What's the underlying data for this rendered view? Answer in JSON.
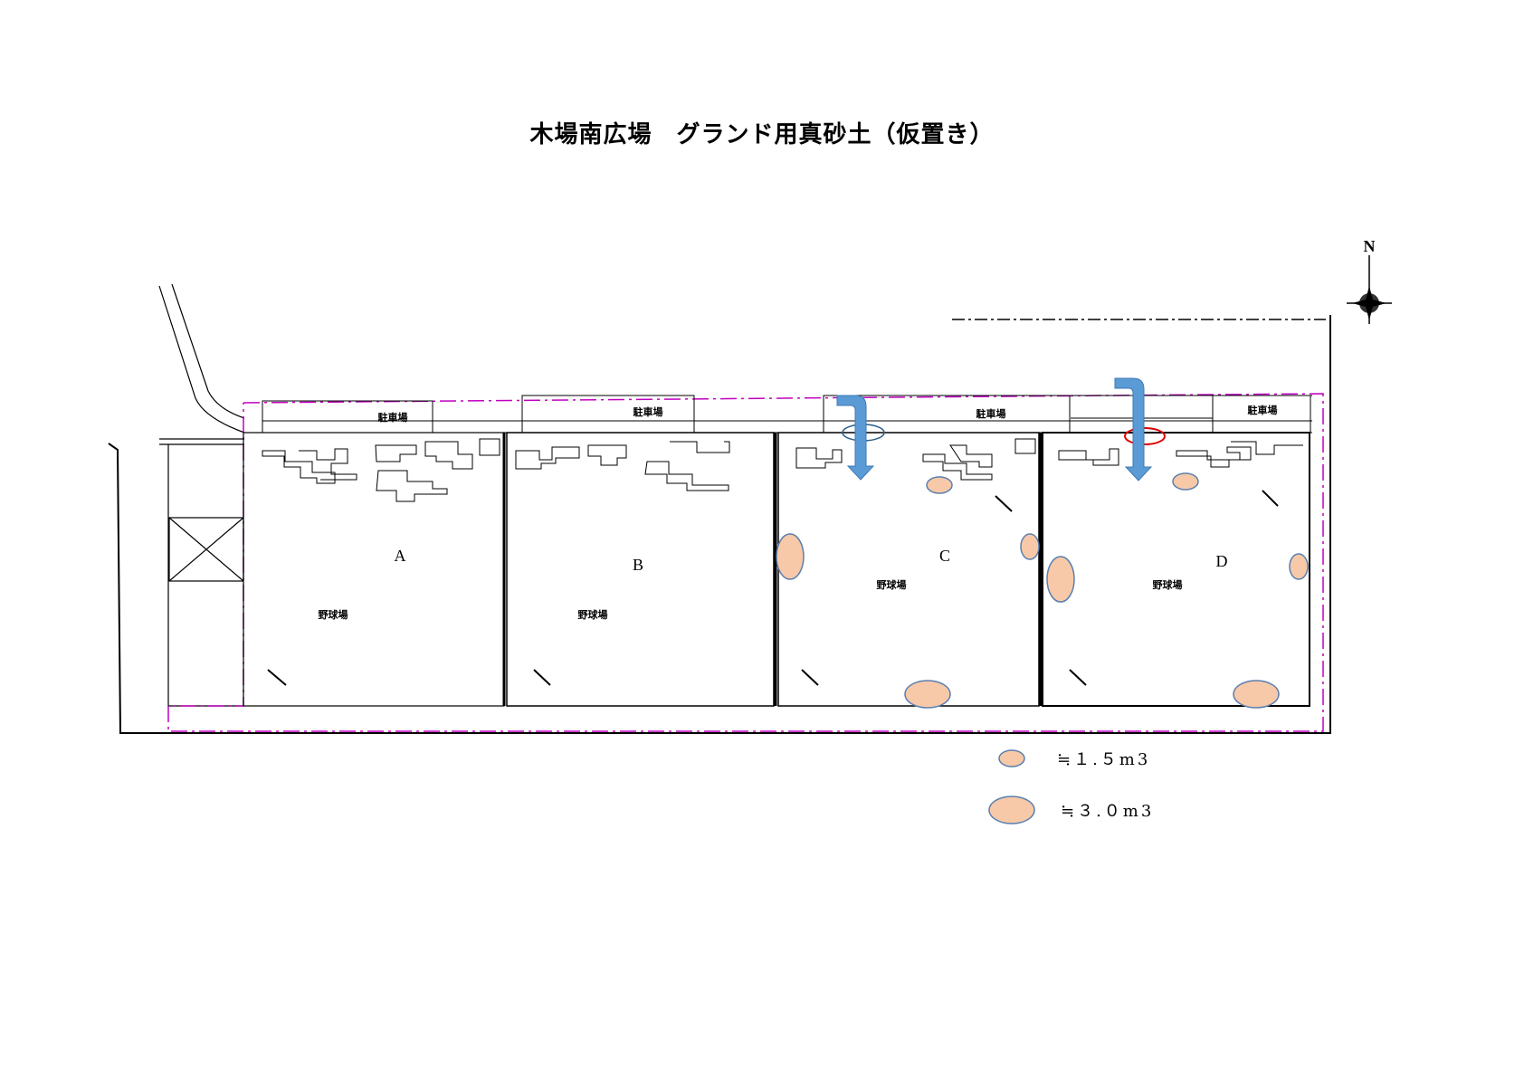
{
  "title": "木場南広場　グランド用真砂土（仮置き）",
  "compass": {
    "north_label": "N"
  },
  "fields": [
    {
      "letter": "A",
      "label": "野球場"
    },
    {
      "letter": "B",
      "label": "野球場"
    },
    {
      "letter": "C",
      "label": "野球場"
    },
    {
      "letter": "D",
      "label": "野球場"
    }
  ],
  "parking_labels": [
    "駐車場",
    "駐車場",
    "駐車場",
    "駐車場"
  ],
  "legend": {
    "small": "≒１.５m3",
    "large": "≒３.０m3"
  },
  "colors": {
    "soil_pile_fill": "#f7c9a8",
    "soil_pile_stroke": "#5b7fb0",
    "arrow": "#5b9bd5",
    "boundary": "#c000c0",
    "entry_marker_c": "#2e5f8a",
    "entry_marker_d": "#e00000"
  },
  "icons": [
    "compass-rose-icon",
    "down-arrow-icon"
  ]
}
